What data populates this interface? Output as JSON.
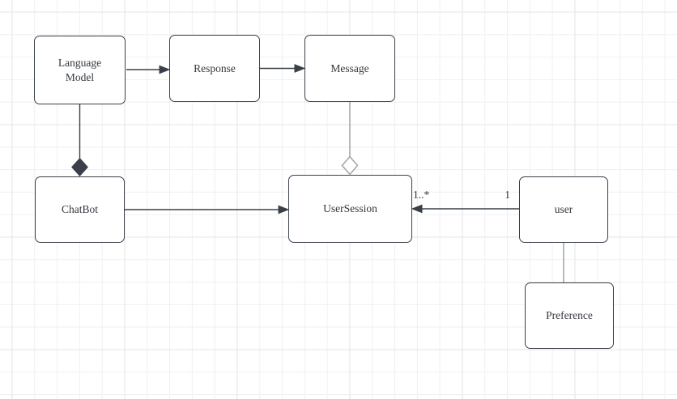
{
  "diagram": {
    "type": "uml-class-diagram",
    "nodes": [
      {
        "label": "Language\nModel"
      },
      {
        "label": "Response"
      },
      {
        "label": "Message"
      },
      {
        "label": "ChatBot"
      },
      {
        "label": "UserSession"
      },
      {
        "label": "user"
      },
      {
        "label": "Preference"
      }
    ],
    "edges": [
      {
        "from": "Language Model",
        "to": "Response",
        "type": "arrow"
      },
      {
        "from": "Response",
        "to": "Message",
        "type": "arrow"
      },
      {
        "from": "Language Model",
        "to": "ChatBot",
        "type": "composition-diamond"
      },
      {
        "from": "Message",
        "to": "UserSession",
        "type": "aggregation-diamond"
      },
      {
        "from": "ChatBot",
        "to": "UserSession",
        "type": "arrow"
      },
      {
        "from": "user",
        "to": "UserSession",
        "type": "arrow",
        "source_label": "1",
        "target_label": "1..*"
      },
      {
        "from": "user",
        "to": "Preference",
        "type": "line"
      }
    ],
    "colors": {
      "canvas_bg": "#ffffff",
      "grid_minor": "#f0f0f0",
      "grid_major": "#e4e4e4",
      "node_fill": "#ffffff",
      "node_stroke": "#3a4049",
      "edge_dark": "#3a4049",
      "edge_light": "#a0a4aa",
      "text": "#33373d"
    }
  }
}
